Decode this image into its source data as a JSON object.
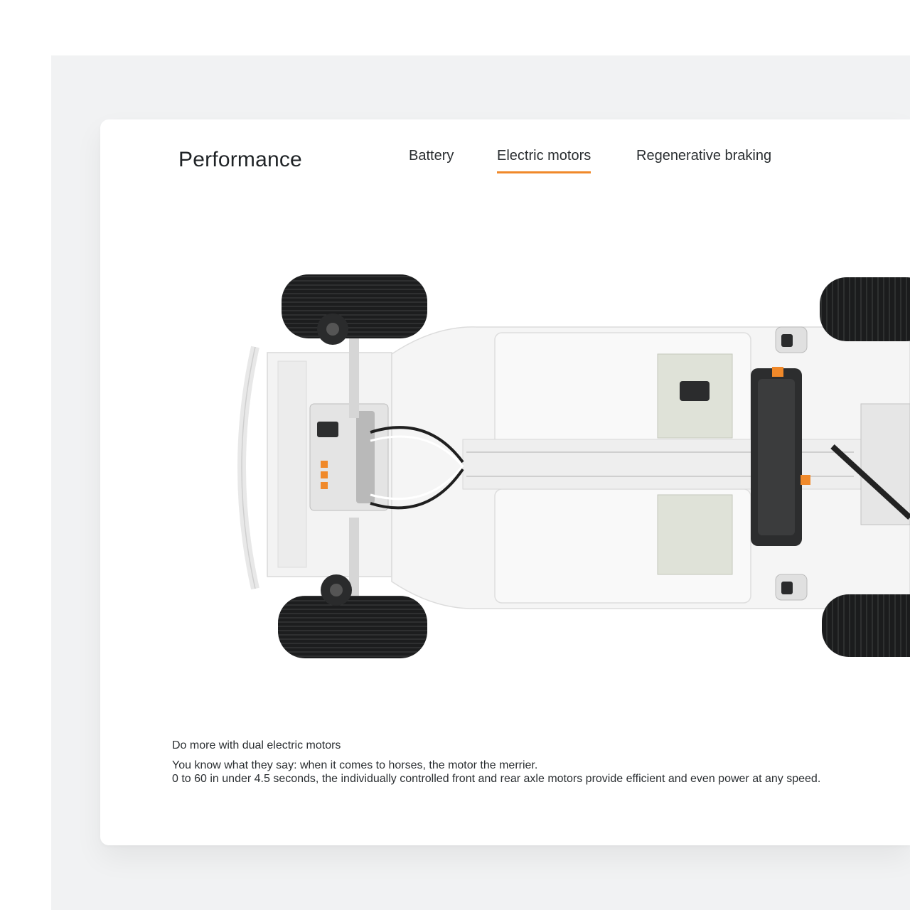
{
  "colors": {
    "accent": "#f0892a",
    "text": "#2b2f32",
    "backdrop": "#f1f2f3"
  },
  "page": {
    "title": "Performance"
  },
  "tabs": [
    {
      "label": "Battery",
      "active": false
    },
    {
      "label": "Electric motors",
      "active": true
    },
    {
      "label": "Regenerative braking",
      "active": false
    }
  ],
  "content": {
    "headline": "Do more with dual electric motors",
    "line1": "You know what they say: when it comes to horses,  the motor the merrier.",
    "line2": "0 to 60 in under 4.5 seconds, the individually controlled front and rear axle motors provide efficient and even power at any speed."
  },
  "image": {
    "subject": "ev-chassis-illustration"
  }
}
